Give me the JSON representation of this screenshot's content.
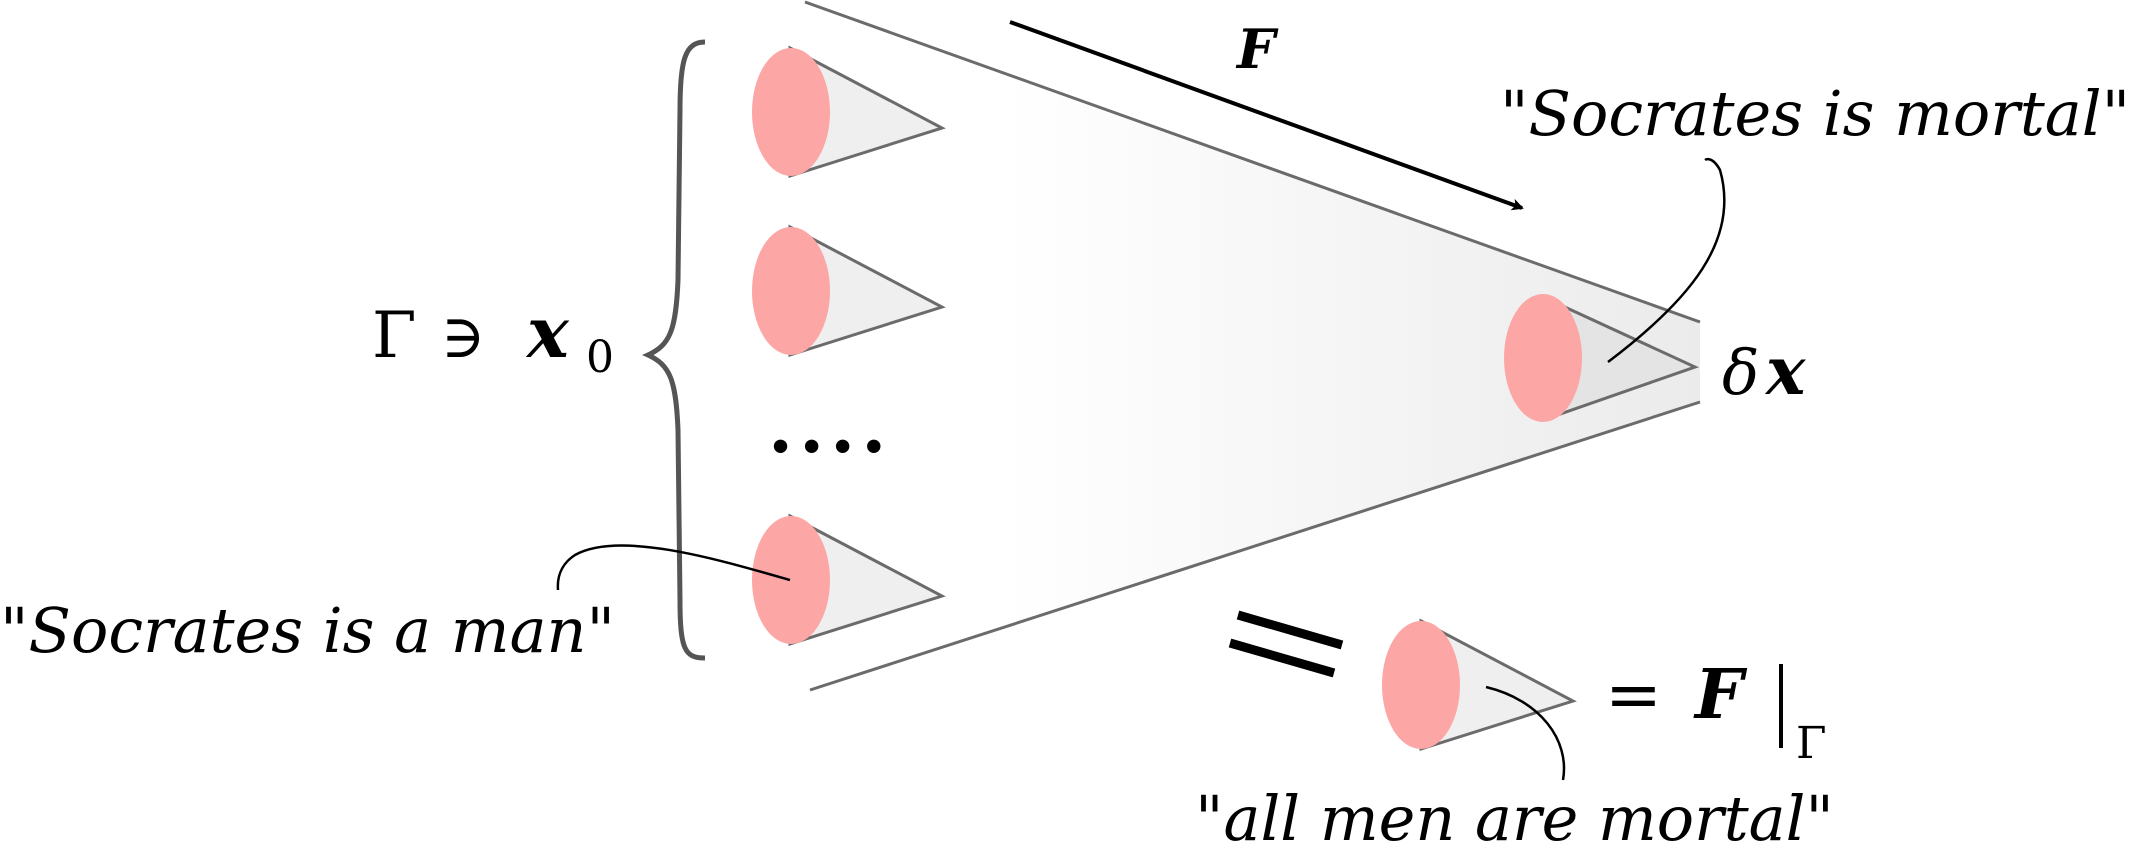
{
  "labels": {
    "set_gamma": "Γ",
    "set_contains": "∋",
    "set_x": "x",
    "set_sub": "0",
    "arrow_label": "F",
    "dots": "....",
    "target_delta": "δ",
    "target_x": "x",
    "quote_target": "\"Socrates is mortal\"",
    "quote_input": "\"Socrates is a man\"",
    "quote_rule": "\"all men are mortal\"",
    "eq_sign": "=",
    "eq_F": "F",
    "eq_bar": "|",
    "eq_sub": "Γ"
  },
  "colors": {
    "cone_face": "#fca6a6",
    "cone_body": "#efefef",
    "outline": "#6b6b6b",
    "funnel_dark": "#ececec",
    "ink": "#000000"
  }
}
